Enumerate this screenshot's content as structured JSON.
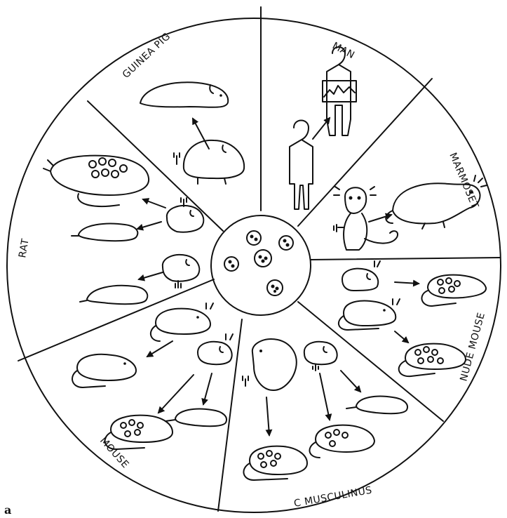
{
  "figure_letter": "a",
  "sectors": {
    "guinea_pig": "GUINEA PIG",
    "man": "MAN",
    "marmoset": "MARMOSET",
    "nude_mouse": "NUDE MOUSE",
    "c_musculinus": "C MUSCULINUS",
    "mouse": "MOUSE",
    "rat": "RAT"
  },
  "icons": {
    "center": "parasite-cells-icon",
    "rodent": "rodent-icon",
    "human": "human-figure-icon",
    "marmoset": "marmoset-icon",
    "arrow": "arrow-icon"
  }
}
